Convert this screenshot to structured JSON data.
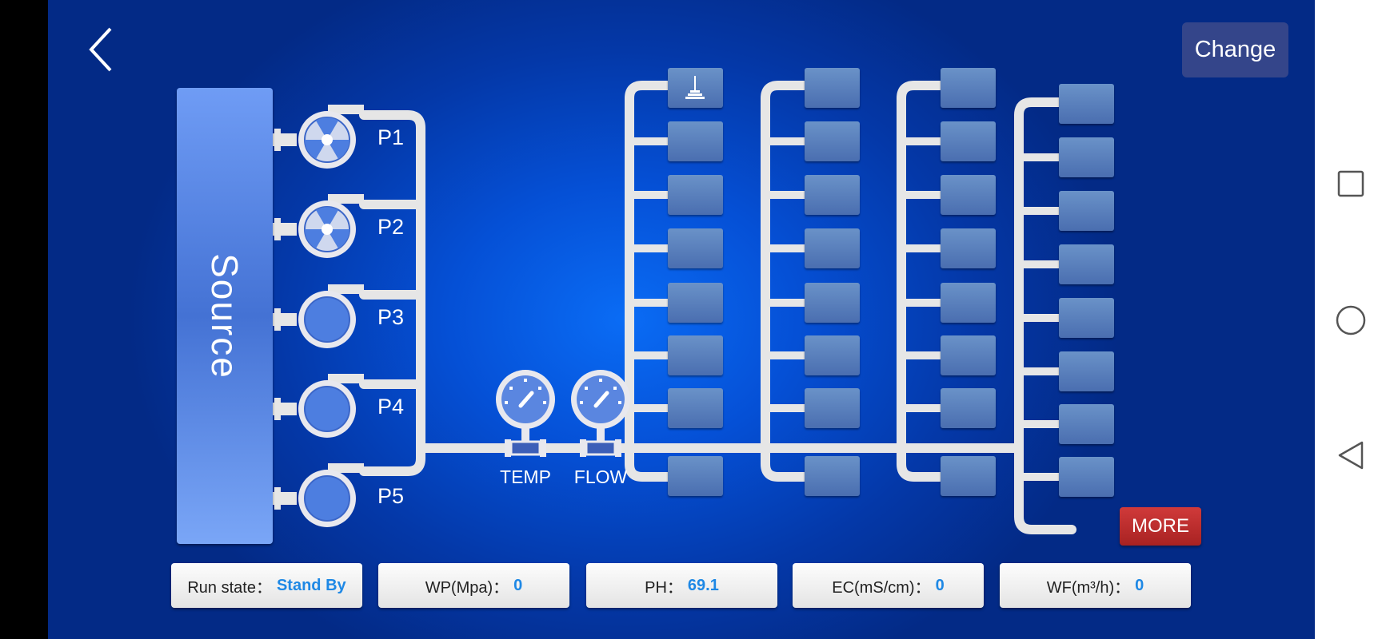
{
  "header": {
    "back_icon": "chevron-left-icon",
    "change_label": "Change"
  },
  "source_label": "Source",
  "pumps": [
    {
      "label": "P1",
      "state": "running"
    },
    {
      "label": "P2",
      "state": "running"
    },
    {
      "label": "P3",
      "state": "idle"
    },
    {
      "label": "P4",
      "state": "idle"
    },
    {
      "label": "P5",
      "state": "idle"
    }
  ],
  "sensors": [
    {
      "label": "TEMP"
    },
    {
      "label": "FLOW"
    }
  ],
  "valve_columns": [
    8,
    8,
    8,
    8
  ],
  "more_label": "MORE",
  "status": [
    {
      "label": "Run state：",
      "value": "Stand By"
    },
    {
      "label": "WP(Mpa)：",
      "value": "0"
    },
    {
      "label": "PH：",
      "value": "69.1"
    },
    {
      "label": "EC(mS/cm)：",
      "value": "0"
    },
    {
      "label": "WF(m³/h)：",
      "value": "0"
    }
  ],
  "colors": {
    "accent_value": "#1e88e5",
    "more": "#c03030",
    "valve": "#5a80bc"
  }
}
